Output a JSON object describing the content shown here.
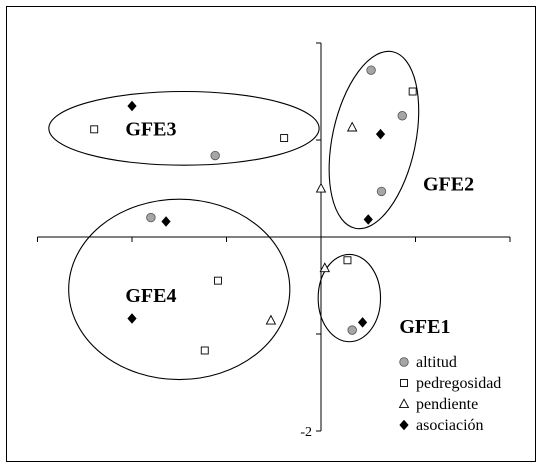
{
  "chart_data": {
    "type": "scatter",
    "x_range": [
      -3,
      2
    ],
    "y_range": [
      -2,
      2
    ],
    "y_tick_labels": [
      {
        "value": -2,
        "label": "-2"
      }
    ],
    "grid": false,
    "legend_position": "bottom-right",
    "series": [
      {
        "name": "altitud",
        "marker": "circle",
        "fill": "#a6a6a6",
        "points": [
          {
            "x": 0.53,
            "y": 1.72
          },
          {
            "x": 0.86,
            "y": 1.25
          },
          {
            "x": 0.64,
            "y": 0.47
          },
          {
            "x": -1.12,
            "y": 0.84
          },
          {
            "x": -1.8,
            "y": 0.2
          },
          {
            "x": 0.33,
            "y": -0.96
          }
        ]
      },
      {
        "name": "pedregosidad",
        "marker": "square",
        "fill": "#ffffff",
        "points": [
          {
            "x": 0.97,
            "y": 1.5
          },
          {
            "x": -0.39,
            "y": 1.02
          },
          {
            "x": -2.4,
            "y": 1.11
          },
          {
            "x": 0.28,
            "y": -0.24
          },
          {
            "x": -1.09,
            "y": -0.45
          },
          {
            "x": -1.23,
            "y": -1.17
          }
        ]
      },
      {
        "name": "pendiente",
        "marker": "triangle",
        "fill": "#ffffff",
        "points": [
          {
            "x": 0.33,
            "y": 1.13
          },
          {
            "x": 0.0,
            "y": 0.5
          },
          {
            "x": 0.04,
            "y": -0.32
          },
          {
            "x": -0.53,
            "y": -0.86
          }
        ]
      },
      {
        "name": "asociación",
        "marker": "diamond",
        "fill": "#000000",
        "points": [
          {
            "x": 0.63,
            "y": 1.06
          },
          {
            "x": 0.5,
            "y": 0.18
          },
          {
            "x": 0.44,
            "y": -0.88
          },
          {
            "x": -2.0,
            "y": 1.35
          },
          {
            "x": -1.64,
            "y": 0.16
          },
          {
            "x": -2.0,
            "y": -0.84
          }
        ]
      }
    ],
    "groups": [
      {
        "label": "GFE1",
        "cx": 0.3,
        "cy": -0.63,
        "rx": 0.33,
        "ry": 0.45,
        "rotate": 0,
        "label_x": 1.1,
        "label_y": -0.92
      },
      {
        "label": "GFE2",
        "cx": 0.56,
        "cy": 1.0,
        "rx": 0.44,
        "ry": 0.93,
        "rotate": 12,
        "label_x": 1.35,
        "label_y": 0.55
      },
      {
        "label": "GFE3",
        "cx": -1.45,
        "cy": 1.12,
        "rx": 1.43,
        "ry": 0.38,
        "rotate": 0,
        "label_x": -1.8,
        "label_y": 1.12
      },
      {
        "label": "GFE4",
        "cx": -1.5,
        "cy": -0.54,
        "rx": 1.17,
        "ry": 0.93,
        "rotate": 0,
        "label_x": -1.8,
        "label_y": -0.6
      }
    ]
  }
}
